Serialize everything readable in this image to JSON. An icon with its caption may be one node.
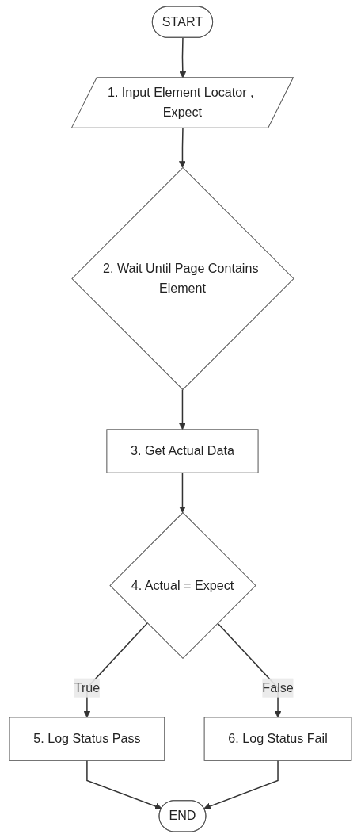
{
  "diagram": {
    "nodes": [
      {
        "text": [
          "START"
        ]
      },
      {
        "text": [
          "1. Input Element Locator , Expect"
        ]
      },
      {
        "text": [
          "2. Wait Until Page Contains Element"
        ]
      },
      {
        "text": [
          "3. Get Actual Data"
        ]
      },
      {
        "text": [
          "4. Actual = Expect"
        ]
      },
      {
        "text": [
          "5. Log Status Pass"
        ]
      },
      {
        "text": [
          "6. Log Status Fail"
        ]
      },
      {
        "text": [
          "END"
        ]
      }
    ],
    "edges": [
      {
        "from": 0,
        "to": 1,
        "arrow": "to"
      },
      {
        "from": 1,
        "to": 2,
        "arrow": "to"
      },
      {
        "from": 2,
        "to": 3,
        "arrow": "to"
      },
      {
        "from": 3,
        "to": 4,
        "arrow": "to"
      },
      {
        "from": 4,
        "to": 5,
        "arrow": "to",
        "label": "True"
      },
      {
        "from": 4,
        "to": 6,
        "arrow": "to",
        "label": "False"
      },
      {
        "from": 5,
        "to": 7,
        "arrow": "to"
      },
      {
        "from": 6,
        "to": 7,
        "arrow": "to"
      }
    ]
  }
}
